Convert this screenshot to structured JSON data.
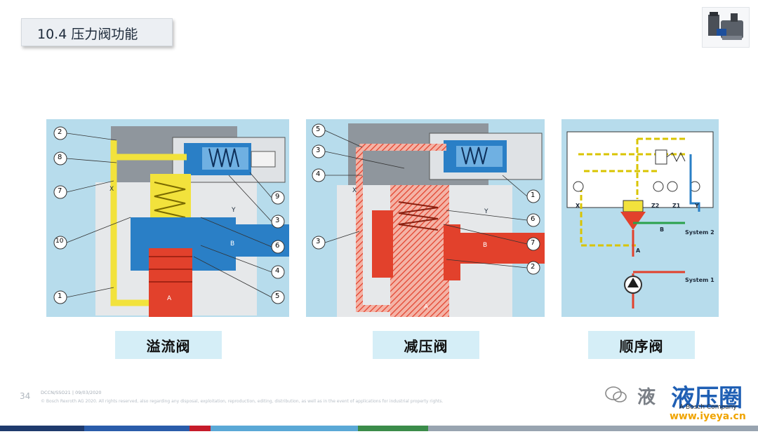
{
  "header": {
    "title": "10.4 压力阀功能"
  },
  "panels": {
    "relief": {
      "callouts": [
        "2",
        "8",
        "7",
        "10",
        "1",
        "9",
        "3",
        "6",
        "4",
        "5"
      ],
      "ports": {
        "x": "X",
        "y": "Y",
        "b": "B",
        "a": "A"
      }
    },
    "reducing": {
      "callouts": [
        "5",
        "3",
        "4",
        "3",
        "1",
        "6",
        "7",
        "2"
      ],
      "ports": {
        "x": "X",
        "y": "Y",
        "b": "B",
        "a": "A"
      }
    },
    "sequence": {
      "ports": {
        "x": "X",
        "z2": "Z2",
        "z1": "Z1",
        "y": "Y",
        "b": "B",
        "a": "A"
      },
      "system2": "System 2",
      "system1": "System 1"
    }
  },
  "labels": {
    "relief": "溢流阀",
    "reducing": "减压阀",
    "sequence": "顺序阀"
  },
  "footer": {
    "page": "34",
    "line1": "DCCN/SSO21 | 09/03/2020",
    "line2": "© Bosch Rexroth AG 2020. All rights reserved, also regarding any disposal, exploitation, reproduction, editing, distribution, as well as in the event of applications for industrial property rights."
  },
  "watermark": {
    "text1": "液",
    "text2": "液压圈",
    "sub": "A Bosch Company",
    "url": "www.iyeya.cn"
  },
  "colors": {
    "panel_bg": "#b7dcec",
    "label_bg": "#d5eef7",
    "valve_blue": "#2a7fc6",
    "valve_red": "#e2412c",
    "pilot_yellow": "#f2e23c",
    "body_gray": "#a7aeb5"
  }
}
